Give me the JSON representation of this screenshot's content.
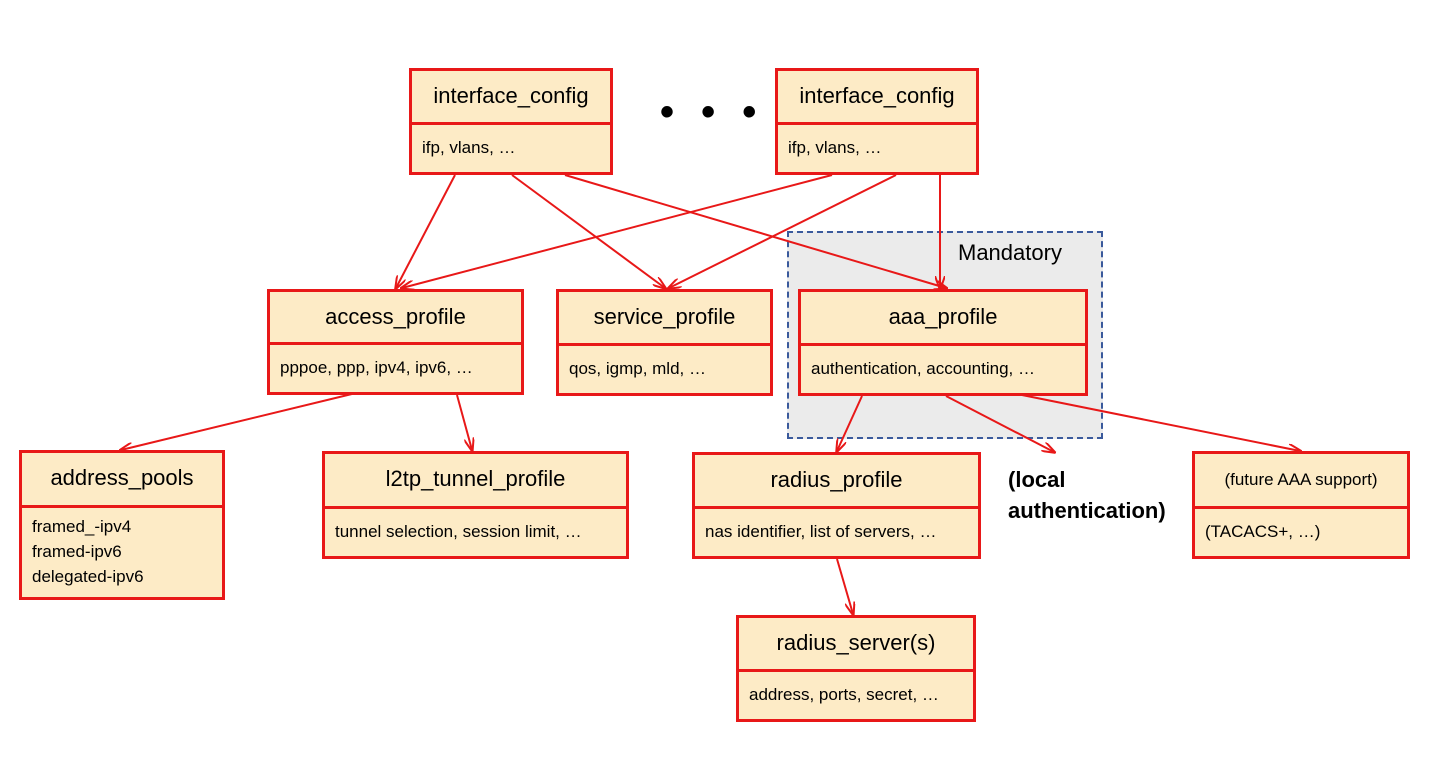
{
  "ellipsis": "• • •",
  "mandatory_label": "Mandatory",
  "local_authentication": [
    "(local",
    "authentication)"
  ],
  "nodes": {
    "interface_config_1": {
      "title": "interface_config",
      "lines": [
        "ifp, vlans, …"
      ]
    },
    "interface_config_2": {
      "title": "interface_config",
      "lines": [
        "ifp, vlans, …"
      ]
    },
    "access_profile": {
      "title": "access_profile",
      "lines": [
        "pppoe, ppp, ipv4, ipv6, …"
      ]
    },
    "service_profile": {
      "title": "service_profile",
      "lines": [
        "qos, igmp, mld, …"
      ]
    },
    "aaa_profile": {
      "title": "aaa_profile",
      "lines": [
        "authentication, accounting, …"
      ]
    },
    "address_pools": {
      "title": "address_pools",
      "lines": [
        "framed_-ipv4",
        "framed-ipv6",
        "delegated-ipv6"
      ]
    },
    "l2tp_tunnel_profile": {
      "title": "l2tp_tunnel_profile",
      "lines": [
        "tunnel selection, session limit, …"
      ]
    },
    "radius_profile": {
      "title": "radius_profile",
      "lines": [
        "nas identifier, list of servers, …"
      ]
    },
    "radius_servers": {
      "title": "radius_server(s)",
      "lines": [
        "address, ports, secret, …"
      ]
    },
    "future_aaa": {
      "title": "(future AAA support)",
      "lines": [
        "(TACACS+, …)"
      ]
    }
  },
  "colors": {
    "box_fill": "#fdebc6",
    "border": "#e81818",
    "arrow": "#e81818",
    "mandatory_fill": "#ebebeb",
    "mandatory_border": "#3a5a9c"
  }
}
